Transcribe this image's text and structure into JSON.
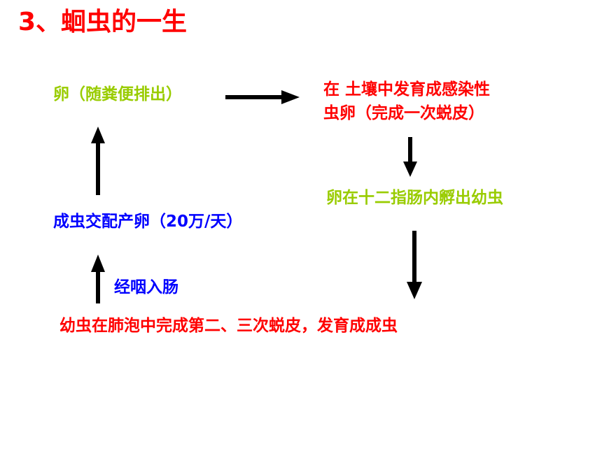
{
  "title": "3、蛔虫的一生",
  "nodes": {
    "egg_excreted": "卵（随粪便排出）",
    "soil_line1": "在 土壤中发育成感染性",
    "soil_line2": "虫卵（完成一次蜕皮）",
    "duodenum": "卵在十二指肠内孵出幼虫",
    "adult": "成虫交配产卵（20万/天）",
    "lung": "幼虫在肺泡中完成第二、三次蜕皮，发育成成虫"
  },
  "edge_labels": {
    "throat_to_intestine": "经咽入肠"
  },
  "colors": {
    "title": "#ff0000",
    "green": "#99cc00",
    "red": "#ff0000",
    "blue": "#0000ff",
    "arrow": "#000000"
  }
}
